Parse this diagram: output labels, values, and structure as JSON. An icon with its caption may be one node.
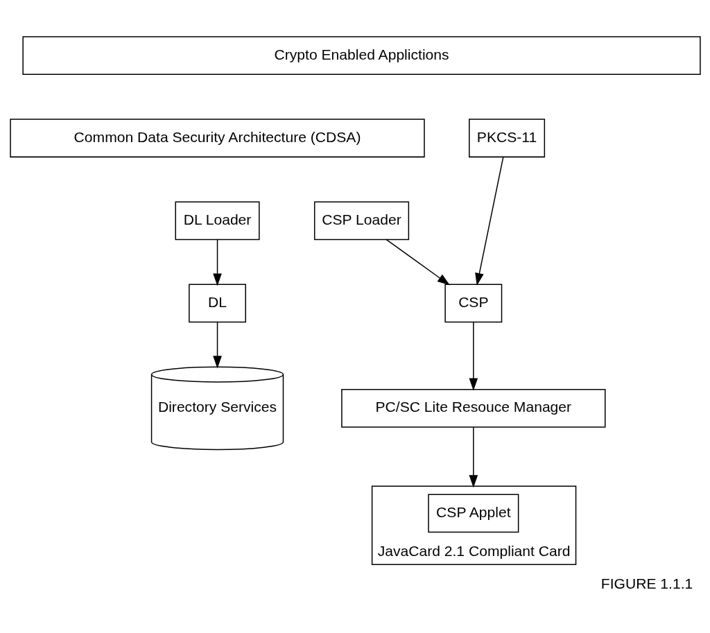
{
  "diagram": {
    "caption": "FIGURE 1.1.1",
    "nodes": [
      {
        "text": [
          "Crypto Enabled Applictions"
        ]
      },
      {
        "text": [
          "Common Data Security Architecture (CDSA)"
        ]
      },
      {
        "text": [
          "CSP Loader"
        ]
      },
      {
        "text": [
          "DL Loader"
        ]
      },
      {
        "text": [
          "PKCS-11"
        ]
      },
      {
        "text": [
          "CSP"
        ]
      },
      {
        "text": [
          "DL"
        ]
      },
      {
        "text": [
          "PC/SC Lite Resouce Manager"
        ]
      },
      {
        "text": [
          "Directory Services"
        ]
      },
      {
        "text": [
          "JavaCard 2.1 Compliant Card"
        ]
      },
      {
        "text": [
          "CSP Applet"
        ],
        "in": 9
      }
    ],
    "edges": [
      {
        "from": 2,
        "to": 5,
        "arrow": "to"
      },
      {
        "from": 4,
        "to": 5,
        "arrow": "to"
      },
      {
        "from": 3,
        "to": 6,
        "arrow": "to"
      },
      {
        "from": 5,
        "to": 7,
        "arrow": "to"
      },
      {
        "from": 6,
        "to": 8,
        "arrow": "to"
      },
      {
        "from": 7,
        "to": 9,
        "arrow": "to"
      }
    ]
  }
}
